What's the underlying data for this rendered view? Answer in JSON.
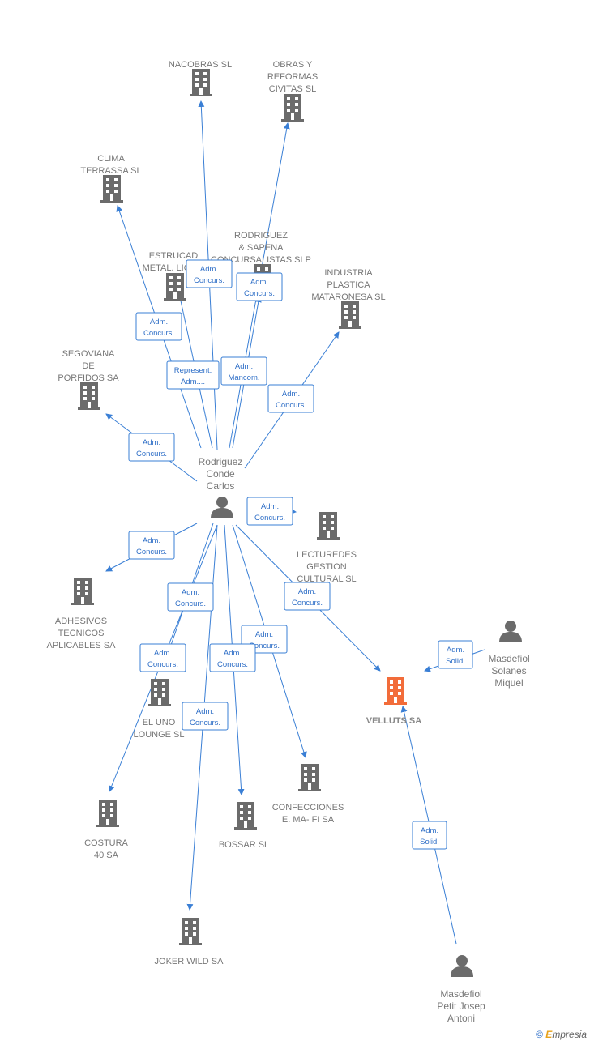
{
  "colors": {
    "company": "#6b6b6b",
    "company_highlight": "#f26c3a",
    "person": "#6b6b6b",
    "edge": "#3a7fd5",
    "edge_label": "#2f6fc7",
    "label": "#777777"
  },
  "companies": {
    "nacobras": [
      "NACOBRAS SL"
    ],
    "obras": [
      "OBRAS Y",
      "REFORMAS",
      "CIVITAS SL"
    ],
    "clima": [
      "CLIMA",
      "TERRASSA SL"
    ],
    "rodriguez_sapena": [
      "RODRIGUEZ",
      "& SAPENA",
      "CONCURSALISTAS SLP"
    ],
    "estrucad": [
      "ESTRUCAD",
      "METAL. LIC SA"
    ],
    "industria": [
      "INDUSTRIA",
      "PLASTICA",
      "MATARONESA SL"
    ],
    "segoviana": [
      "SEGOVIANA",
      "DE",
      "PORFIDOS SA"
    ],
    "lecturedes": [
      "LECTUREDES",
      "GESTION",
      "CULTURAL SL"
    ],
    "adhesivos": [
      "ADHESIVOS",
      "TECNICOS",
      "APLICABLES SA"
    ],
    "el_uno": [
      "EL UNO",
      "LOUNGE SL"
    ],
    "velluts": [
      "VELLUTS SA"
    ],
    "costura": [
      "COSTURA",
      "40 SA"
    ],
    "bossar": [
      "BOSSAR SL"
    ],
    "confecciones": [
      "CONFECCIONES",
      "E. MA- FI SA"
    ],
    "joker": [
      "JOKER WILD SA"
    ]
  },
  "persons": {
    "rodriguez": [
      "Rodriguez",
      "Conde",
      "Carlos"
    ],
    "masdefiol_solanes": [
      "Masdefiol",
      "Solanes",
      "Miquel"
    ],
    "masdefiol_petit": [
      "Masdefiol",
      "Petit Josep",
      "Antoni"
    ]
  },
  "edge_labels": {
    "nacobras": [
      "Adm.",
      "Concurs."
    ],
    "obras": [
      "Adm.",
      "Concurs."
    ],
    "clima": [
      "Adm.",
      "Concurs."
    ],
    "estrucad": [
      "Represent.",
      "Adm...."
    ],
    "rodriguez_sapena": [
      "Adm.",
      "Mancom."
    ],
    "industria": [
      "Adm.",
      "Concurs."
    ],
    "segoviana": [
      "Adm.",
      "Concurs."
    ],
    "lecturedes": [
      "Adm.",
      "Concurs."
    ],
    "adhesivos": [
      "Adm.",
      "Concurs."
    ],
    "el_uno_a": [
      "Adm.",
      "Concurs."
    ],
    "el_uno_b": [
      "Adm.",
      "Concurs."
    ],
    "velluts": [
      "Adm.",
      "Concurs."
    ],
    "confecciones": [
      "Adm.",
      "Concurs."
    ],
    "bossar": [
      "Adm.",
      "Concurs."
    ],
    "joker": [
      "Adm.",
      "Concurs."
    ],
    "solanes_velluts": [
      "Adm.",
      "Solid."
    ],
    "petit_velluts": [
      "Adm.",
      "Solid."
    ]
  },
  "footer": {
    "copyright": "©",
    "brand_initial": "E",
    "brand_rest": "mpresia"
  }
}
